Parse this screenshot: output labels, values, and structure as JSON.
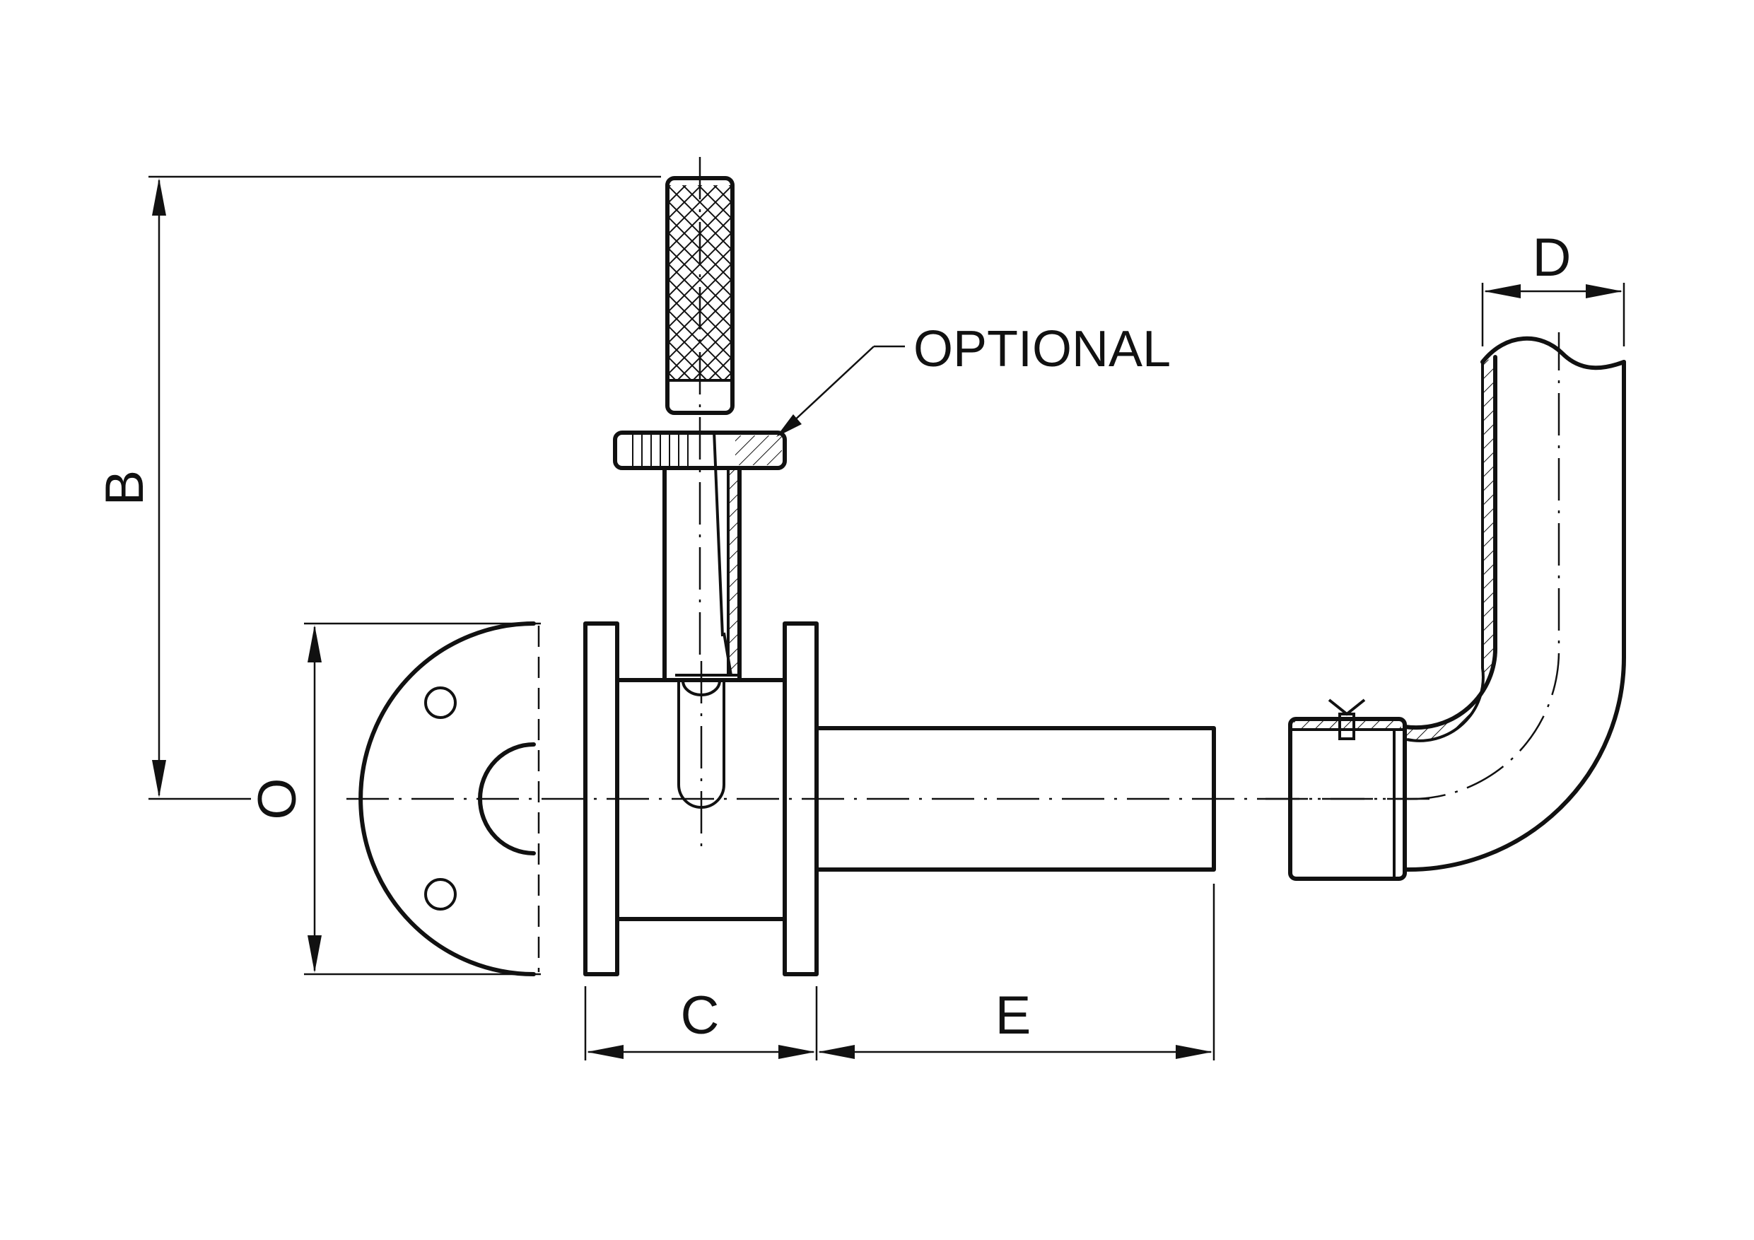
{
  "dimensions": {
    "B": "B",
    "O": "O",
    "C": "C",
    "E": "E",
    "D": "D"
  },
  "callout": {
    "optional": "OPTIONAL"
  }
}
